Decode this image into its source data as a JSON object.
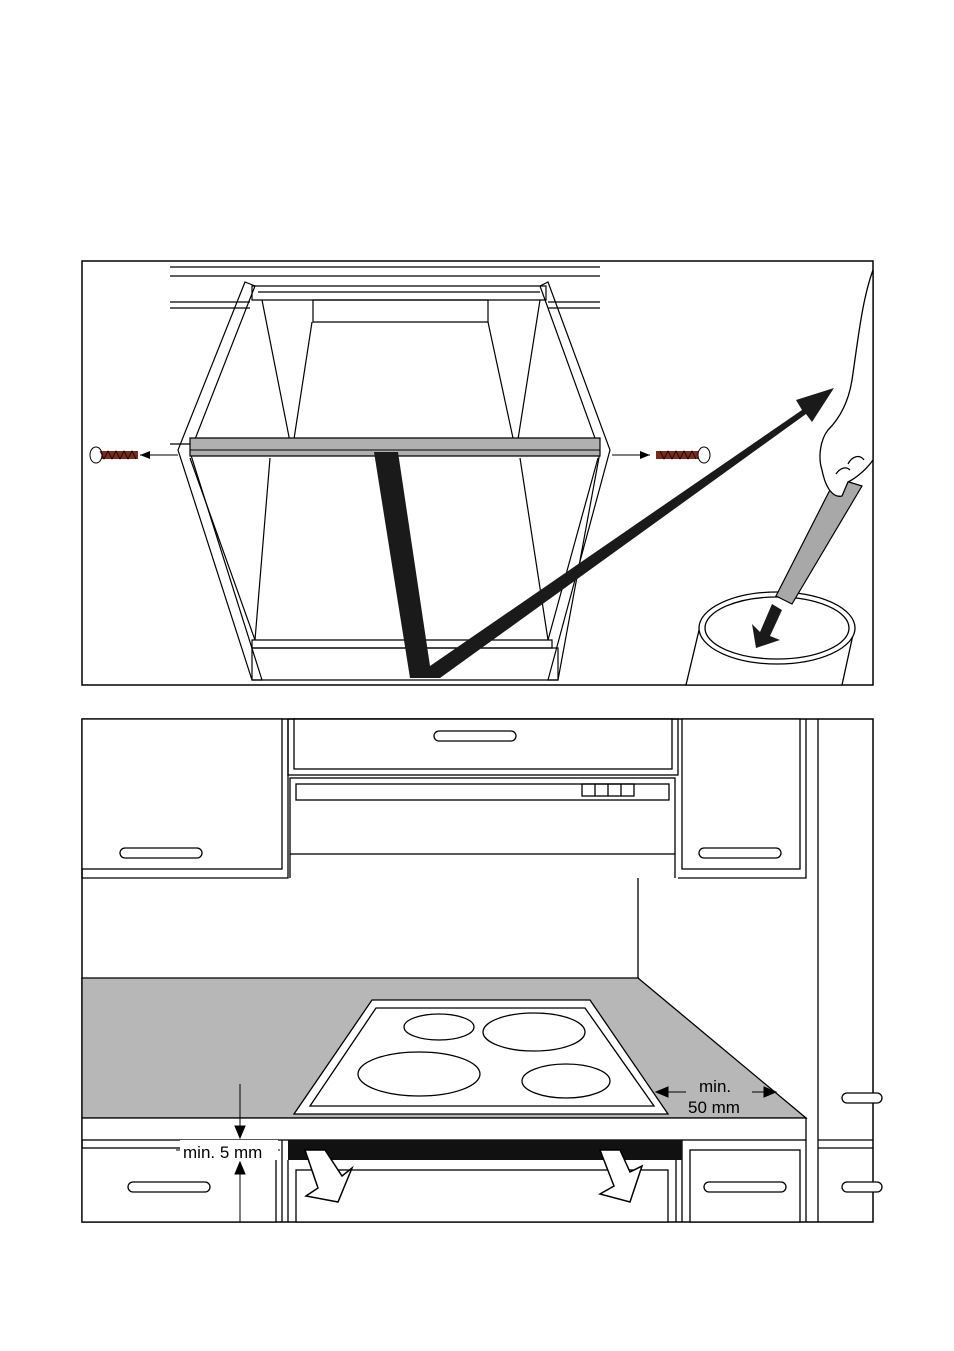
{
  "figure_top": {
    "caption": ""
  },
  "figure_bottom": {
    "label_min_5": "min. 5 mm",
    "label_min_50_line1": "min.",
    "label_min_50_line2": "50 mm"
  },
  "colors": {
    "stroke": "#000000",
    "worktop": "#b7b7b7",
    "rail": "#b0b0b0",
    "screw": "#7a2a1a",
    "arrow": "#1a1a1a"
  }
}
